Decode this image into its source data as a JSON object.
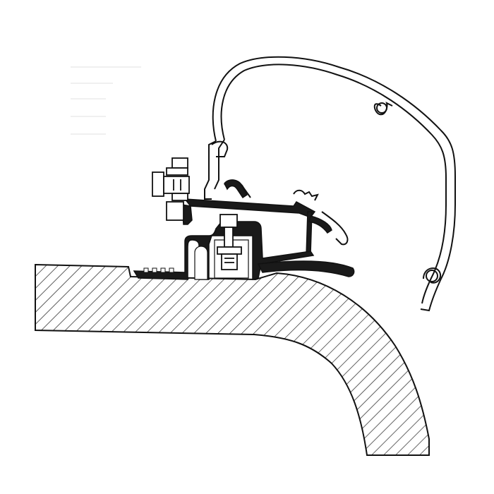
{
  "diagram": {
    "caption": "",
    "colors": {
      "background": "#ffffff",
      "stroke": "#111111",
      "part_fill": "#1a1a1a",
      "hatch": "#222222"
    },
    "parts": [
      {
        "id": "vehicle-roof-section",
        "fill": "hatched"
      },
      {
        "id": "awning-case-profile",
        "fill": "outline"
      },
      {
        "id": "adapter-bracket",
        "fill": "solid"
      },
      {
        "id": "roof-rail-profile",
        "fill": "solid"
      },
      {
        "id": "adjusting-bolts",
        "fill": "outline"
      },
      {
        "id": "clamp-bolt",
        "fill": "outline"
      }
    ]
  }
}
